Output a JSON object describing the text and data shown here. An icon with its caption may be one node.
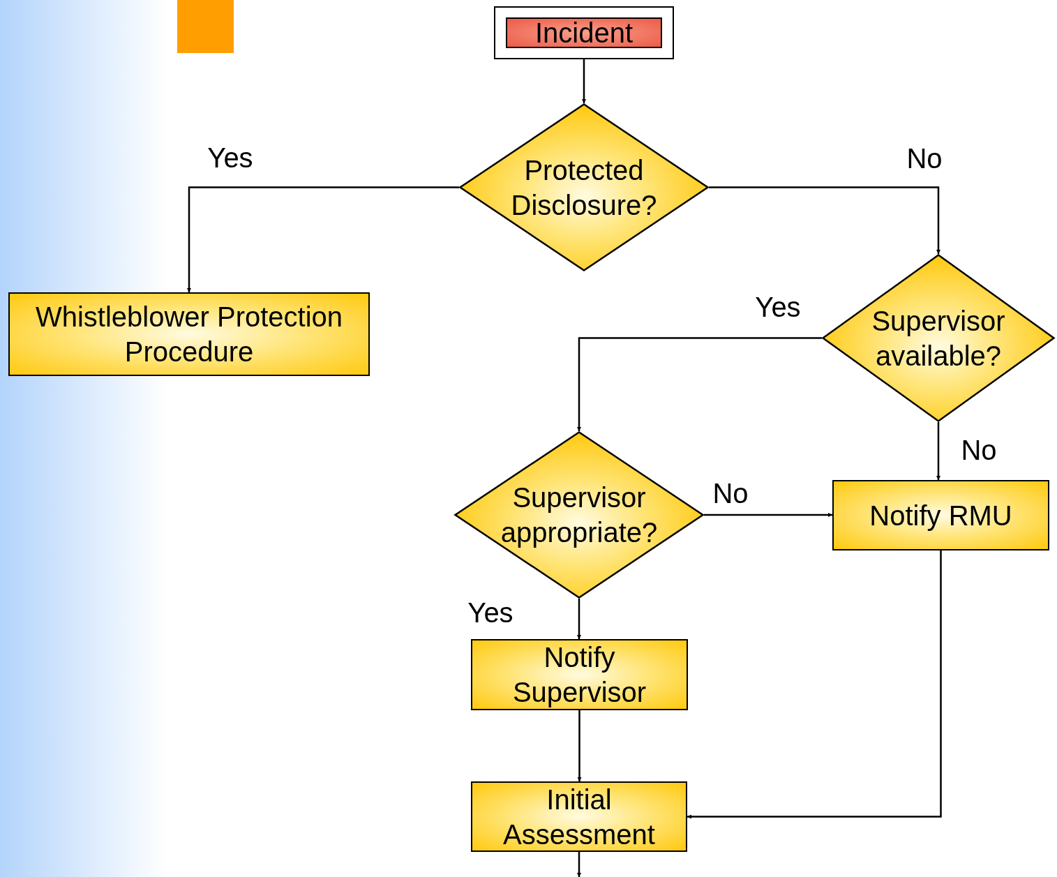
{
  "diagram": {
    "nodes": [
      {
        "text": [
          "Incident"
        ]
      },
      {
        "text": [
          "Protected Disclosure?"
        ]
      },
      {
        "text": [
          "Whistleblower Protection Procedure"
        ]
      },
      {
        "text": [
          "Supervisor available?"
        ]
      },
      {
        "text": [
          "Supervisor appropriate?"
        ]
      },
      {
        "text": [
          "Notify RMU"
        ]
      },
      {
        "text": [
          "Notify Supervisor"
        ]
      },
      {
        "text": [
          "Initial Assessment"
        ]
      }
    ],
    "edges": [
      {
        "from": 0,
        "to": 1,
        "arrow": "to"
      },
      {
        "from": 1,
        "to": 2,
        "arrow": "to",
        "label": "Yes"
      },
      {
        "from": 1,
        "to": 3,
        "arrow": "to",
        "label": "No"
      },
      {
        "from": 3,
        "to": 4,
        "arrow": "to",
        "label": "Yes"
      },
      {
        "from": 3,
        "to": 5,
        "arrow": "to",
        "label": "No"
      },
      {
        "from": 4,
        "to": 5,
        "arrow": "to",
        "label": "No"
      },
      {
        "from": 4,
        "to": 6,
        "arrow": "to",
        "label": "Yes"
      },
      {
        "from": 6,
        "to": 7,
        "arrow": "to"
      },
      {
        "from": 5,
        "to": 7,
        "arrow": "to"
      },
      {
        "from": 7,
        "to": null,
        "arrow": "to"
      }
    ]
  }
}
